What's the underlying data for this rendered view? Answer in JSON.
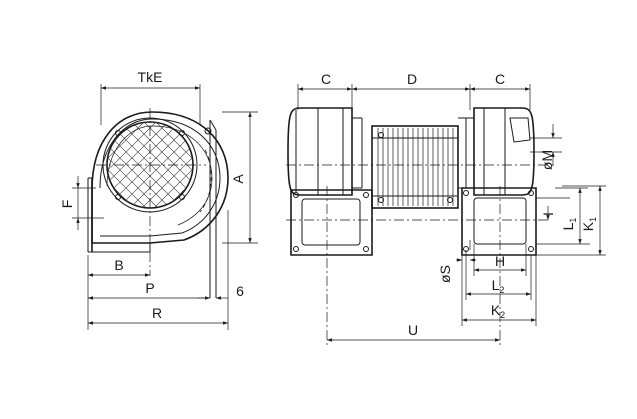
{
  "dimension_labels": {
    "tke": "TkE",
    "a": "A",
    "f": "F",
    "b": "B",
    "p": "P",
    "six": "6",
    "r": "R",
    "c_left": "C",
    "d": "D",
    "c_right": "C",
    "m": "øM",
    "i": "I",
    "l1": "L",
    "l1_sub": "1",
    "k1": "K",
    "k1_sub": "1",
    "s": "øS",
    "h": "H",
    "l2": "L",
    "l2_sub": "2",
    "k2": "K",
    "k2_sub": "2",
    "u": "U"
  }
}
